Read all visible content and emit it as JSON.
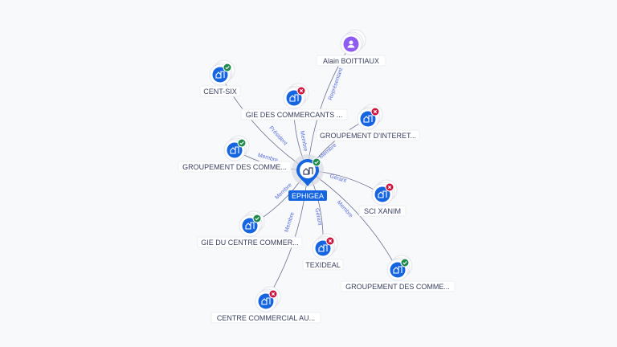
{
  "center": {
    "label": "EPHIGEA",
    "status": "active"
  },
  "colors": {
    "blue": "#1565e0",
    "purple": "#8e5cf0",
    "active": "#1e8a4c",
    "inactive": "#d0103a",
    "edge": "#6b7290",
    "edge_label": "#5a6fd8"
  },
  "nodes": [
    {
      "label": "Alain BOITTIAUX",
      "type": "person",
      "status": "none",
      "relation": "Représentant"
    },
    {
      "label": "CENT-SIX",
      "type": "company",
      "status": "active",
      "relation": "Président"
    },
    {
      "label": "GIE DES COMMERCANTS ...",
      "type": "company",
      "status": "inactive",
      "relation": "Membre"
    },
    {
      "label": "GROUPEMENT D'INTERET...",
      "type": "company",
      "status": "inactive",
      "relation": "Membre"
    },
    {
      "label": "GROUPEMENT DES COMME...",
      "type": "company",
      "status": "active",
      "relation": "Membre"
    },
    {
      "label": "SCI XANIM",
      "type": "company",
      "status": "inactive",
      "relation": "Gérant"
    },
    {
      "label": "GIE DU CENTRE COMMER...",
      "type": "company",
      "status": "active",
      "relation": "Membre"
    },
    {
      "label": "TEXIDEAL",
      "type": "company",
      "status": "inactive",
      "relation": "Gérant"
    },
    {
      "label": "GROUPEMENT DES COMME...",
      "type": "company",
      "status": "active",
      "relation": "Membre"
    },
    {
      "label": "CENTRE COMMERCIAL AU...",
      "type": "company",
      "status": "inactive",
      "relation": "Membre"
    }
  ]
}
